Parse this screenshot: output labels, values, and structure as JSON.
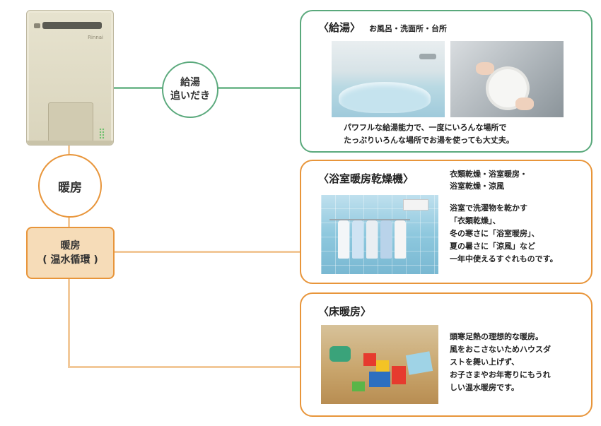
{
  "nodes": {
    "kyuto_oidaki": [
      "給湯",
      "追いだき"
    ],
    "danbo": "暖房",
    "danbo_onsui": [
      "暖房",
      "( 温水循環 )"
    ]
  },
  "heater": {
    "brand": "Rinnai"
  },
  "panels": {
    "kyuto": {
      "title": "〈給湯〉",
      "subtitle": "お風呂・洗面所・台所",
      "desc": [
        "パワフルな給湯能力で、一度にいろんな場所で",
        "たっぷりいろんな場所でお湯を使っても大丈夫。"
      ]
    },
    "yokushitsu": {
      "title": "〈浴室暖房乾燥機〉",
      "subtitle": [
        "衣類乾燥・浴室暖房・",
        "浴室乾燥・涼風"
      ],
      "desc": [
        "浴室で洗濯物を乾かす",
        "「衣類乾燥」、",
        "冬の寒さに「浴室暖房」、",
        "夏の暑さに「涼風」など",
        "一年中使えるすぐれものです。"
      ]
    },
    "yuka": {
      "title": "〈床暖房〉",
      "desc": [
        "頭寒足熱の理想的な暖房。",
        "風をおこさないためハウスダ",
        "ストを舞い上げず、",
        "お子さまやお年寄りにもうれ",
        "しい温水暖房です。"
      ]
    }
  },
  "colors": {
    "green": "#5aa97c",
    "orange": "#e8953a",
    "orange_fill": "#f6dcb8",
    "line_green": "#7fbf98",
    "line_orange": "#f2c99a"
  }
}
